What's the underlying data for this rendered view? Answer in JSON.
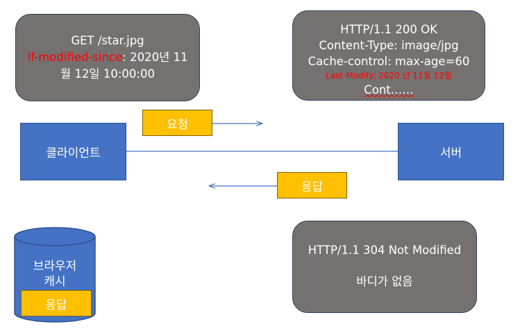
{
  "request_box": {
    "line1": "GET /star.jpg",
    "header_name": "If-modified-since",
    "header_value": ": 2020년 11",
    "line3": "월 12일 10:00:00"
  },
  "response_box": {
    "line1": "HTTP/1.1 200 OK",
    "line2": "Content-Type: image/jpg",
    "line3": "Cache-control: max-age=60",
    "line4": "Last-Modify: 2020 년 11월 12일",
    "line5": "Cont……"
  },
  "not_modified_box": {
    "line1": "HTTP/1.1 304 Not Modified",
    "line2": "바디가 없음"
  },
  "client": {
    "label": "클라이언트"
  },
  "server": {
    "label": "서버"
  },
  "request_tag": {
    "label": "요청"
  },
  "response_tag": {
    "label": "응답"
  },
  "cache": {
    "label_line1": "브라우저",
    "label_line2": "캐시",
    "item_label": "응답"
  },
  "colors": {
    "gray_box": "#767171",
    "blue_box": "#4472c4",
    "yellow_tag": "#ffc000",
    "header_red": "#ff0000"
  }
}
